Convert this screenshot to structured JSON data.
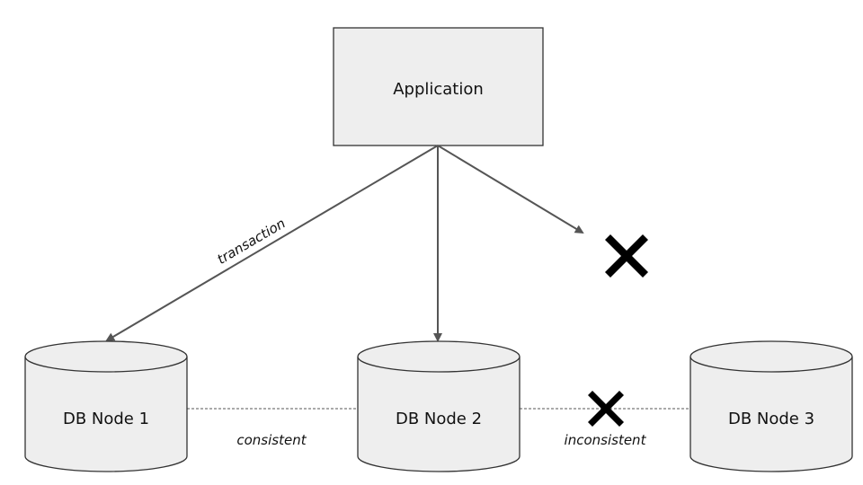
{
  "application": {
    "label": "Application"
  },
  "nodes": [
    {
      "label": "DB Node 1"
    },
    {
      "label": "DB Node 2"
    },
    {
      "label": "DB Node 3"
    }
  ],
  "edges": {
    "transaction_label": "transaction",
    "consistent_label": "consistent",
    "inconsistent_label": "inconsistent"
  },
  "icons": {
    "failure": "x-mark-icon"
  },
  "colors": {
    "fill": "#eeeeee",
    "stroke": "#333333",
    "arrow": "#555555",
    "failure": "#000000"
  }
}
